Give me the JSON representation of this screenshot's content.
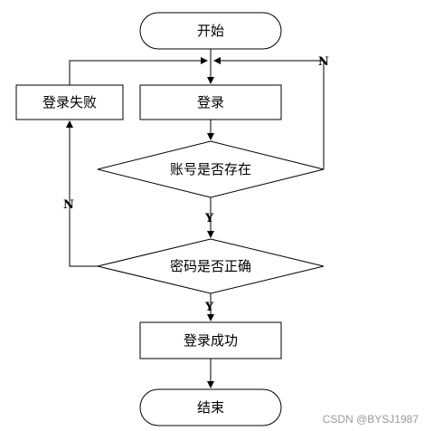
{
  "nodes": {
    "start": "开始",
    "login": "登录",
    "login_fail": "登录失败",
    "account_check": "账号是否存在",
    "password_check": "密码是否正确",
    "login_success": "登录成功",
    "end": "结束"
  },
  "edge_labels": {
    "account_no": "N",
    "account_yes": "Y",
    "password_no": "N",
    "password_yes": "Y"
  },
  "watermark": "CSDN @BYSJ1987"
}
